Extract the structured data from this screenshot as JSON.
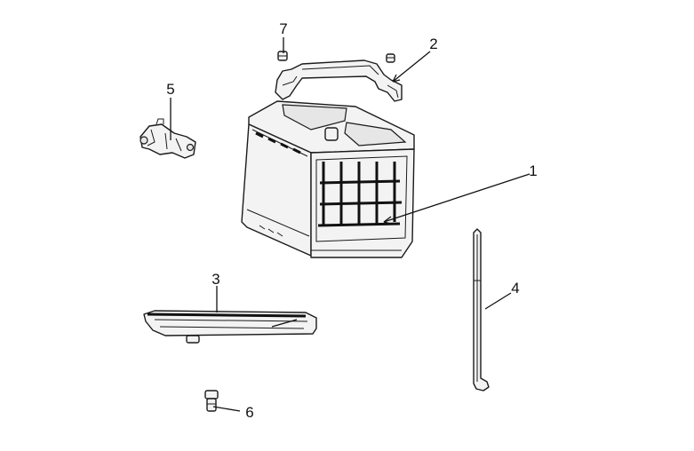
{
  "callouts": [
    {
      "id": "1",
      "label": "1"
    },
    {
      "id": "2",
      "label": "2"
    },
    {
      "id": "3",
      "label": "3"
    },
    {
      "id": "4",
      "label": "4"
    },
    {
      "id": "5",
      "label": "5"
    },
    {
      "id": "6",
      "label": "6"
    },
    {
      "id": "7",
      "label": "7"
    }
  ],
  "colors": {
    "line": "#1a1a1a",
    "fill": "#f3f3f3",
    "background": "#ffffff"
  }
}
